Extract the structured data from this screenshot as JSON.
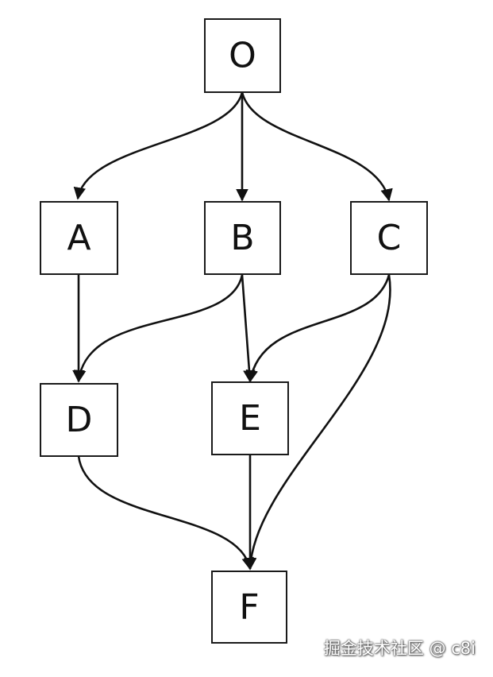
{
  "diagram": {
    "nodes": [
      {
        "id": "O",
        "label": "O"
      },
      {
        "id": "A",
        "label": "A"
      },
      {
        "id": "B",
        "label": "B"
      },
      {
        "id": "C",
        "label": "C"
      },
      {
        "id": "D",
        "label": "D"
      },
      {
        "id": "E",
        "label": "E"
      },
      {
        "id": "F",
        "label": "F"
      }
    ],
    "edges": [
      {
        "from": "O",
        "to": "A"
      },
      {
        "from": "O",
        "to": "B"
      },
      {
        "from": "O",
        "to": "C"
      },
      {
        "from": "A",
        "to": "D"
      },
      {
        "from": "B",
        "to": "D"
      },
      {
        "from": "B",
        "to": "E"
      },
      {
        "from": "C",
        "to": "E"
      },
      {
        "from": "C",
        "to": "F"
      },
      {
        "from": "D",
        "to": "F"
      },
      {
        "from": "E",
        "to": "F"
      }
    ],
    "colors": {
      "stroke": "#111111",
      "background": "#ffffff"
    }
  },
  "watermark": {
    "text": "掘金技术社区 @ c8i"
  }
}
